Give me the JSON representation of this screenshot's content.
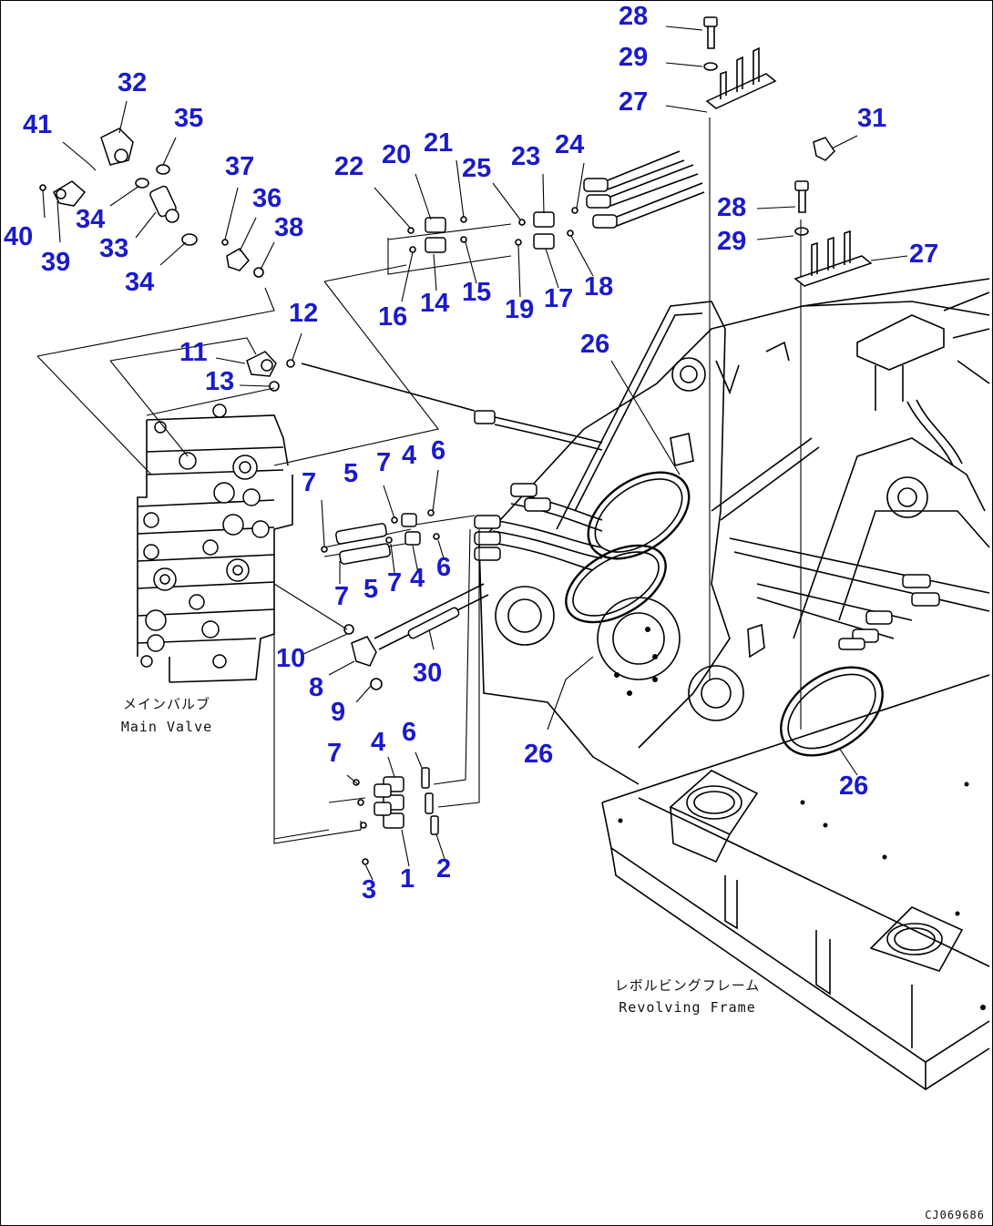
{
  "captions": {
    "main_valve_jp": "メインバルブ",
    "main_valve_en": "Main Valve",
    "frame_jp": "レボルビングフレーム",
    "frame_en": "Revolving Frame"
  },
  "drawing_code": "CJ069686",
  "callouts": [
    {
      "id": "c28a",
      "text": "28"
    },
    {
      "id": "c29a",
      "text": "29"
    },
    {
      "id": "c27a",
      "text": "27"
    },
    {
      "id": "c31",
      "text": "31"
    },
    {
      "id": "c28b",
      "text": "28"
    },
    {
      "id": "c29b",
      "text": "29"
    },
    {
      "id": "c27b",
      "text": "27"
    },
    {
      "id": "c32",
      "text": "32"
    },
    {
      "id": "c41",
      "text": "41"
    },
    {
      "id": "c35",
      "text": "35"
    },
    {
      "id": "c37",
      "text": "37"
    },
    {
      "id": "c36",
      "text": "36"
    },
    {
      "id": "c38",
      "text": "38"
    },
    {
      "id": "c40",
      "text": "40"
    },
    {
      "id": "c34a",
      "text": "34"
    },
    {
      "id": "c39",
      "text": "39"
    },
    {
      "id": "c33",
      "text": "33"
    },
    {
      "id": "c34b",
      "text": "34"
    },
    {
      "id": "c22",
      "text": "22"
    },
    {
      "id": "c20",
      "text": "20"
    },
    {
      "id": "c21",
      "text": "21"
    },
    {
      "id": "c25",
      "text": "25"
    },
    {
      "id": "c23",
      "text": "23"
    },
    {
      "id": "c24",
      "text": "24"
    },
    {
      "id": "c16",
      "text": "16"
    },
    {
      "id": "c14",
      "text": "14"
    },
    {
      "id": "c15",
      "text": "15"
    },
    {
      "id": "c19",
      "text": "19"
    },
    {
      "id": "c17",
      "text": "17"
    },
    {
      "id": "c18",
      "text": "18"
    },
    {
      "id": "c12",
      "text": "12"
    },
    {
      "id": "c11",
      "text": "11"
    },
    {
      "id": "c13",
      "text": "13"
    },
    {
      "id": "c26a",
      "text": "26"
    },
    {
      "id": "c7a",
      "text": "7"
    },
    {
      "id": "c5a",
      "text": "5"
    },
    {
      "id": "c7b",
      "text": "7"
    },
    {
      "id": "c4a",
      "text": "4"
    },
    {
      "id": "c6a",
      "text": "6"
    },
    {
      "id": "c7c",
      "text": "7"
    },
    {
      "id": "c5b",
      "text": "5"
    },
    {
      "id": "c7d",
      "text": "7"
    },
    {
      "id": "c4b",
      "text": "4"
    },
    {
      "id": "c6b",
      "text": "6"
    },
    {
      "id": "c10",
      "text": "10"
    },
    {
      "id": "c30",
      "text": "30"
    },
    {
      "id": "c8",
      "text": "8"
    },
    {
      "id": "c9",
      "text": "9"
    },
    {
      "id": "c26b",
      "text": "26"
    },
    {
      "id": "c7e",
      "text": "7"
    },
    {
      "id": "c4c",
      "text": "4"
    },
    {
      "id": "c6c",
      "text": "6"
    },
    {
      "id": "c26c",
      "text": "26"
    },
    {
      "id": "c3",
      "text": "3"
    },
    {
      "id": "c1",
      "text": "1"
    },
    {
      "id": "c2",
      "text": "2"
    }
  ]
}
